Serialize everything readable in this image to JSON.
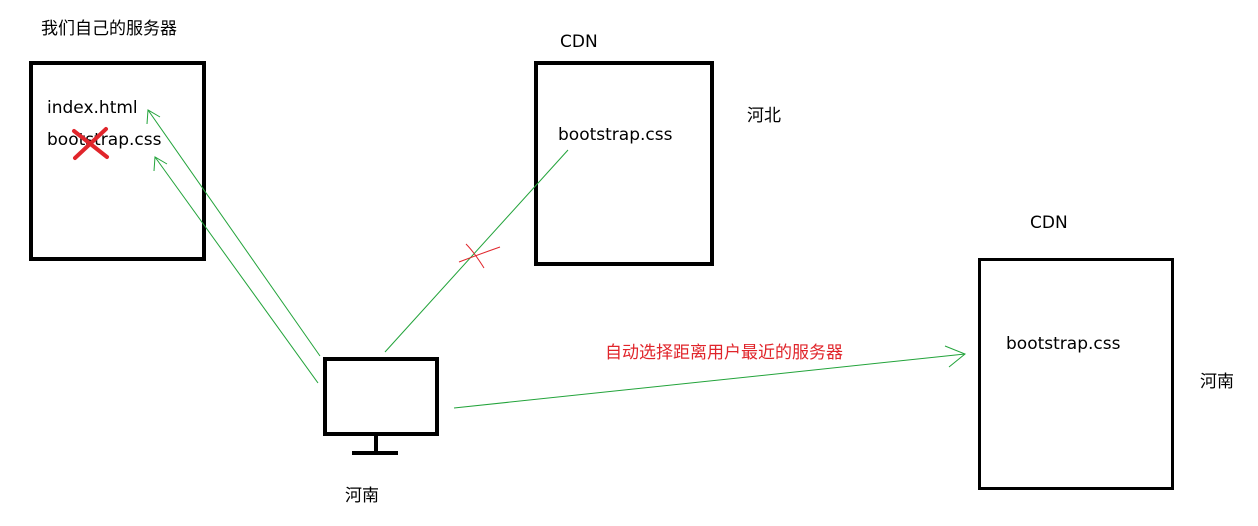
{
  "own_server": {
    "title": "我们自己的服务器",
    "files": [
      "index.html",
      "bootstrap.css"
    ]
  },
  "cdn_hebei": {
    "title": "CDN",
    "file": "bootstrap.css",
    "region": "河北"
  },
  "cdn_henan": {
    "title": "CDN",
    "file": "bootstrap.css",
    "region": "河南"
  },
  "client": {
    "region": "河南"
  },
  "annotation": {
    "text": "自动选择距离用户最近的服务器",
    "color": "#e0252b"
  },
  "colors": {
    "arrow": "#22a33a",
    "cross": "#e0252b"
  }
}
